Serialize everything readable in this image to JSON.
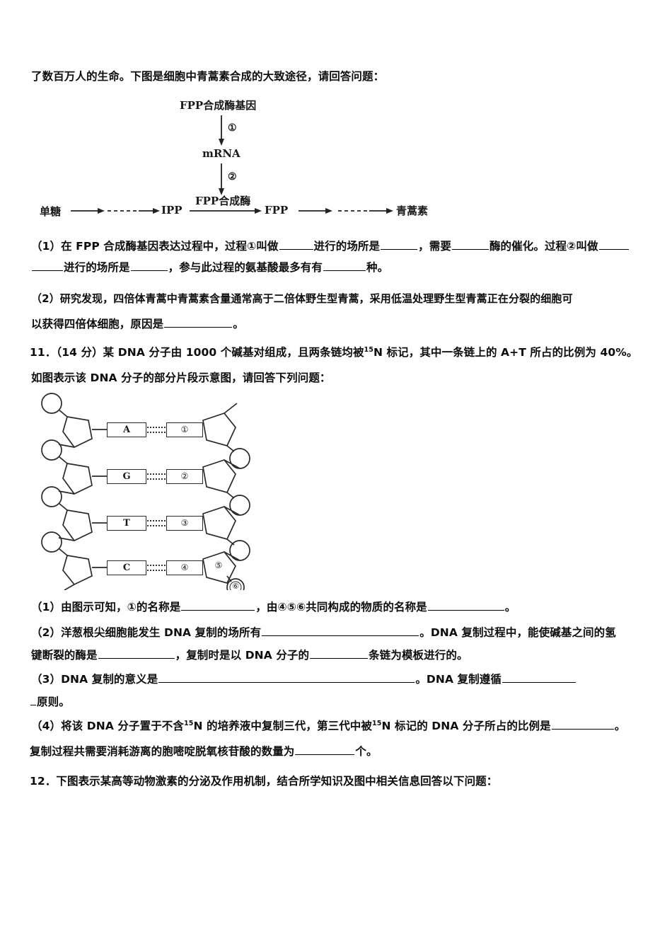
{
  "document": {
    "type": "exam-paper",
    "language": "zh-CN"
  },
  "intro": {
    "line1": "了数百万人的生命。下图是细胞中青蒿素合成的大致途径，请回答问题："
  },
  "pathway_diagram": {
    "name": "artemisinin-synthesis-pathway",
    "nodes": {
      "gene": "FPP合成酶基因",
      "mrna": "mRNA",
      "enzyme": "FPP合成酶",
      "sugar": "单糖",
      "ipp": "IPP",
      "fpp": "FPP",
      "product": "青蒿素"
    },
    "steps": {
      "step1": "①",
      "step2": "②"
    }
  },
  "q10": {
    "p1_l1": "（1）在 FPP 合成酶基因表达过程中，过程①叫做",
    "p1_l1b": "进行的场所是",
    "p1_l1c": "，需要",
    "p1_l1d": "酶的催化。过程②叫做",
    "p1_l2a": "进行的场所是",
    "p1_l2b": "，参与此过程的氨基酸最多有有",
    "p1_l2c": "种。",
    "p2_l1": "（2）研究发现，四倍体青蒿中青蒿素含量通常高于二倍体野生型青蒿，采用低温处理野生型青蒿正在分裂的细胞可",
    "p2_l2a": "以获得四倍体细胞，原因是",
    "p2_l2b": "。"
  },
  "q11": {
    "stem_l1_a": "11．（14 分）某 DNA 分子由 1000 个碱基对组成，且两条链均被",
    "stem_l1_sup": "15",
    "stem_l1_b": "N 标记，其中一条链上的 A+T 所占的比例为 40%。",
    "stem_l2": "如图表示该 DNA 分子的部分片段示意图，请回答下列问题：",
    "dna_diagram": {
      "name": "dna-fragment-diagram",
      "left_bases": [
        "A",
        "G",
        "T",
        "C"
      ],
      "right_labels": [
        "①",
        "②",
        "③",
        "④"
      ],
      "sugar_label": "⑤",
      "phosphate_label": "⑥"
    },
    "p1_a": "（1）由图示可知，①的名称是",
    "p1_b": "，由④⑤⑥共同构成的物质的名称是",
    "p1_c": "。",
    "p2_l1a": "（2）洋葱根尖细胞能发生 DNA 复制的场所有",
    "p2_l1b": "。DNA 复制过程中，能使碱基之间的氢",
    "p2_l2a": "键断裂的酶是",
    "p2_l2b": "，复制时是以 DNA 分子的",
    "p2_l2c": "条链为模板进行的。",
    "p3_l1a": "（3）DNA 复制的意义是",
    "p3_l1b": "。DNA 复制遵循",
    "p3_l2": "原则。",
    "p4_l1a": "（4）将该 DNA 分子置于不含",
    "p4_l1sup1": "15",
    "p4_l1b": "N 的培养液中复制三代，第三代中被",
    "p4_l1sup2": "15",
    "p4_l1c": "N 标记的 DNA 分子所占的比例是",
    "p4_l1d": "。",
    "p4_l2a": "复制过程共需要消耗游离的胞嘧啶脱氧核苷酸的数量为",
    "p4_l2b": "个。"
  },
  "q12": {
    "stem": "12．下图表示某高等动物激素的分泌及作用机制，结合所学知识及图中相关信息回答以下问题："
  },
  "colors": {
    "text": "#0d0d0d",
    "line": "#2a2a2a",
    "background": "#ffffff"
  }
}
